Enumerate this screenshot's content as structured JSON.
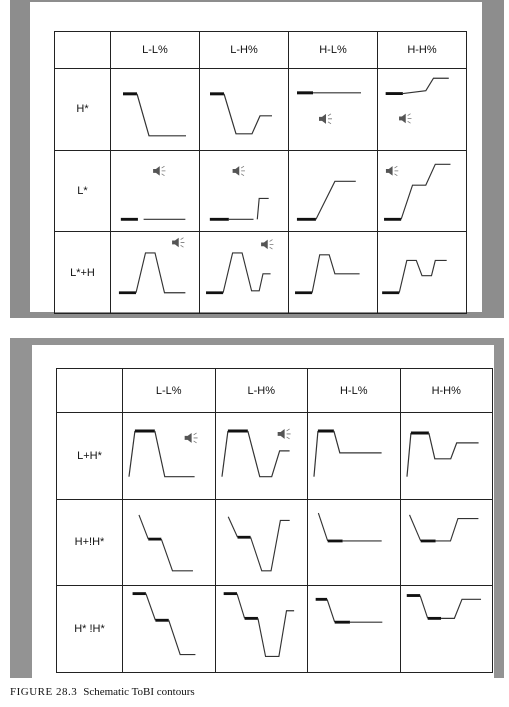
{
  "figure_top": {
    "columns": [
      "L-L%",
      "L-H%",
      "H-L%",
      "H-H%"
    ],
    "rows": [
      "H*",
      "L*",
      "L*+H"
    ]
  },
  "figure_bottom": {
    "columns": [
      "L-L%",
      "L-H%",
      "H-L%",
      "H-H%"
    ],
    "rows": [
      "L+H*",
      "H+!H*",
      "H* !H*"
    ]
  },
  "caption": {
    "label": "FIGURE 28.3",
    "text": "Schematic ToBI contours"
  },
  "icons": {
    "sound": "speaker-icon"
  }
}
